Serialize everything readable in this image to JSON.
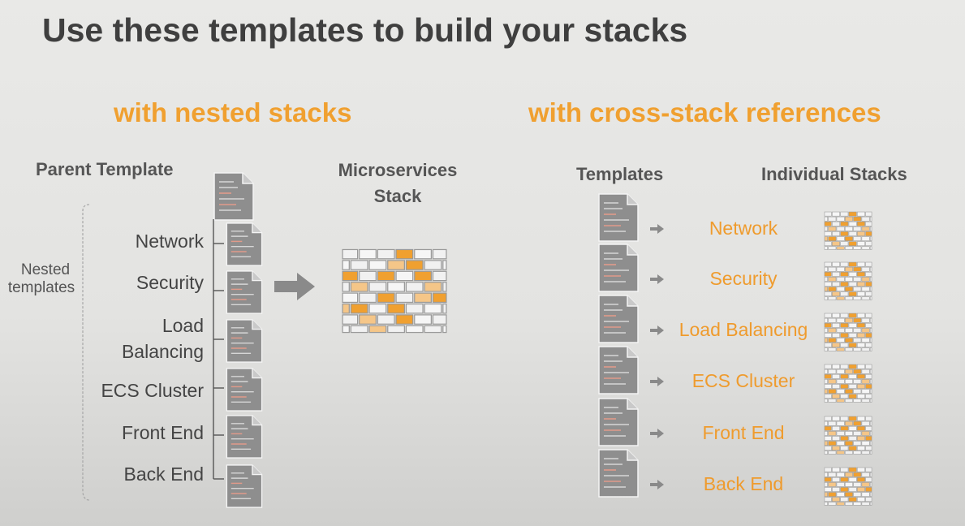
{
  "title": "Use these templates to build your stacks",
  "left": {
    "heading": "with nested stacks",
    "parent_label": "Parent Template",
    "nested_label_line1": "Nested",
    "nested_label_line2": "templates",
    "items": [
      {
        "line1": "Network",
        "line2": ""
      },
      {
        "line1": "Security",
        "line2": ""
      },
      {
        "line1": "Load",
        "line2": "Balancing"
      },
      {
        "line1": "ECS Cluster",
        "line2": ""
      },
      {
        "line1": "Front End",
        "line2": ""
      },
      {
        "line1": "Back End",
        "line2": ""
      }
    ],
    "result_line1": "Microservices",
    "result_line2": "Stack"
  },
  "right": {
    "heading": "with cross-stack references",
    "templates_label": "Templates",
    "stacks_label": "Individual Stacks",
    "items": [
      "Network",
      "Security",
      "Load Balancing",
      "ECS Cluster",
      "Front End",
      "Back End"
    ]
  },
  "colors": {
    "accent": "#f0a030",
    "doc_fill": "#8c8c8c",
    "arrow": "#8a8a8a"
  },
  "icons": [
    "document-icon",
    "arrow-right-icon",
    "brick-stack-icon"
  ]
}
